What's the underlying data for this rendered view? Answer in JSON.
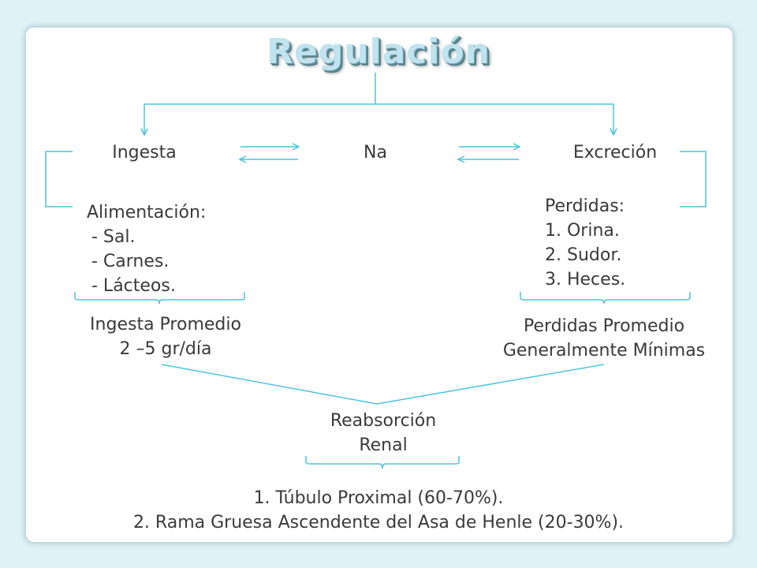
{
  "title": "Regulación",
  "nodes": {
    "ingesta": "Ingesta",
    "na": "Na",
    "excrecion": "Excreción"
  },
  "alimentacion": {
    "heading": "Alimentación:",
    "items": [
      "- Sal.",
      "- Carnes.",
      "- Lácteos."
    ]
  },
  "perdidas": {
    "heading": "Perdidas:",
    "items": [
      "1. Orina.",
      "2. Sudor.",
      "3. Heces."
    ]
  },
  "ingesta_promedio": {
    "line1": "Ingesta Promedio",
    "line2": "2 –5 gr/día"
  },
  "perdidas_promedio": {
    "line1": "Perdidas Promedio",
    "line2": "Generalmente Mínimas"
  },
  "reabsorcion": {
    "line1": "Reabsorción",
    "line2": "Renal"
  },
  "tubulo": {
    "line1": "1. Túbulo Proximal (60-70%).",
    "line2": "2. Rama Gruesa Ascendente del Asa de Henle (20-30%)."
  },
  "colors": {
    "connector": "#4fc3dc",
    "text": "#3a3a3a",
    "title_fill": "#bfe3ef",
    "background": "#dff3f6"
  }
}
